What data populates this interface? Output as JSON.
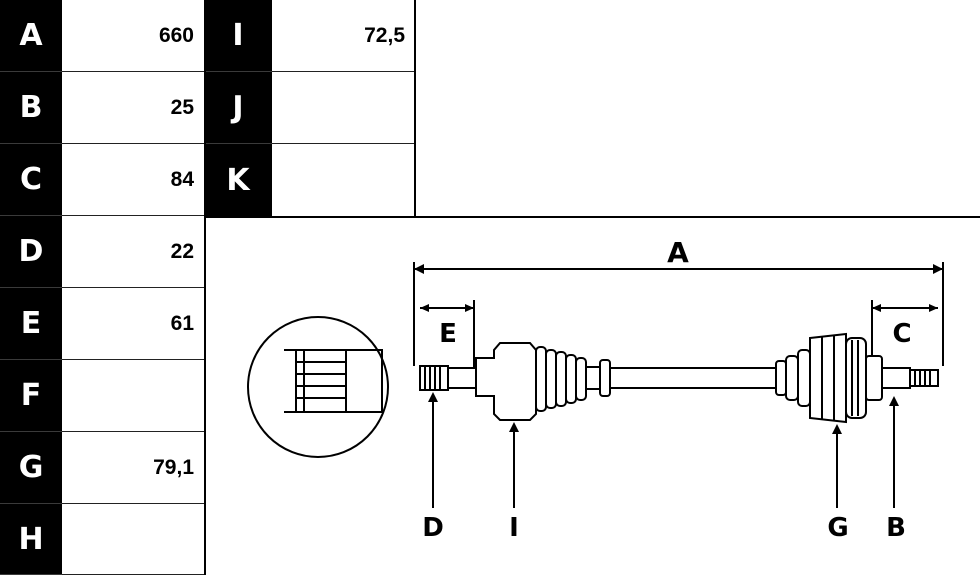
{
  "table_left": [
    {
      "letter": "A",
      "value": "660"
    },
    {
      "letter": "B",
      "value": "25"
    },
    {
      "letter": "C",
      "value": "84"
    },
    {
      "letter": "D",
      "value": "22"
    },
    {
      "letter": "E",
      "value": "61"
    },
    {
      "letter": "F",
      "value": ""
    },
    {
      "letter": "G",
      "value": "79,1"
    },
    {
      "letter": "H",
      "value": ""
    }
  ],
  "table_right": [
    {
      "letter": "I",
      "value": "72,5"
    },
    {
      "letter": "J",
      "value": ""
    },
    {
      "letter": "K",
      "value": ""
    }
  ],
  "diagram_labels": {
    "A": "A",
    "B": "B",
    "C": "C",
    "D": "D",
    "E": "E",
    "G": "G",
    "I": "I"
  }
}
